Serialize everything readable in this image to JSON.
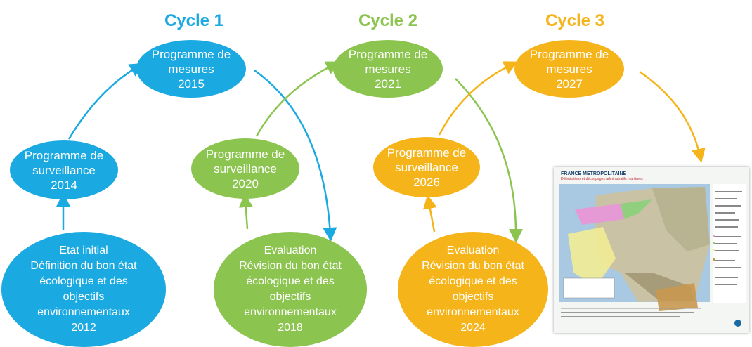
{
  "colors": {
    "cycle1": "#1aa9e1",
    "cycle2": "#8cc450",
    "cycle3": "#f6b41b"
  },
  "cycles": [
    {
      "title": "Cycle 1",
      "programme_mesures": [
        "Programme de",
        "mesures",
        "2015"
      ],
      "programme_surveillance": [
        "Programme de",
        "surveillance",
        "2014"
      ],
      "bottom": [
        "Etat initial",
        "Définition du bon état",
        "écologique et des",
        "objectifs",
        "environnementaux",
        "2012"
      ]
    },
    {
      "title": "Cycle 2",
      "programme_mesures": [
        "Programme de",
        "mesures",
        "2021"
      ],
      "programme_surveillance": [
        "Programme de",
        "surveillance",
        "2020"
      ],
      "bottom": [
        "Evaluation",
        "Révision du bon état",
        "écologique et des",
        "objectifs",
        "environnementaux",
        "2018"
      ]
    },
    {
      "title": "Cycle 3",
      "programme_mesures": [
        "Programme de",
        "mesures",
        "2027"
      ],
      "programme_surveillance": [
        "Programme de",
        "surveillance",
        "2026"
      ],
      "bottom": [
        "Evaluation",
        "Révision du bon état",
        "écologique et des",
        "objectifs",
        "environnementaux",
        "2024"
      ]
    }
  ],
  "map": {
    "title": "FRANCE METROPOLITAINE",
    "subtitle": "Délimitations et découpages administratifs maritimes"
  }
}
